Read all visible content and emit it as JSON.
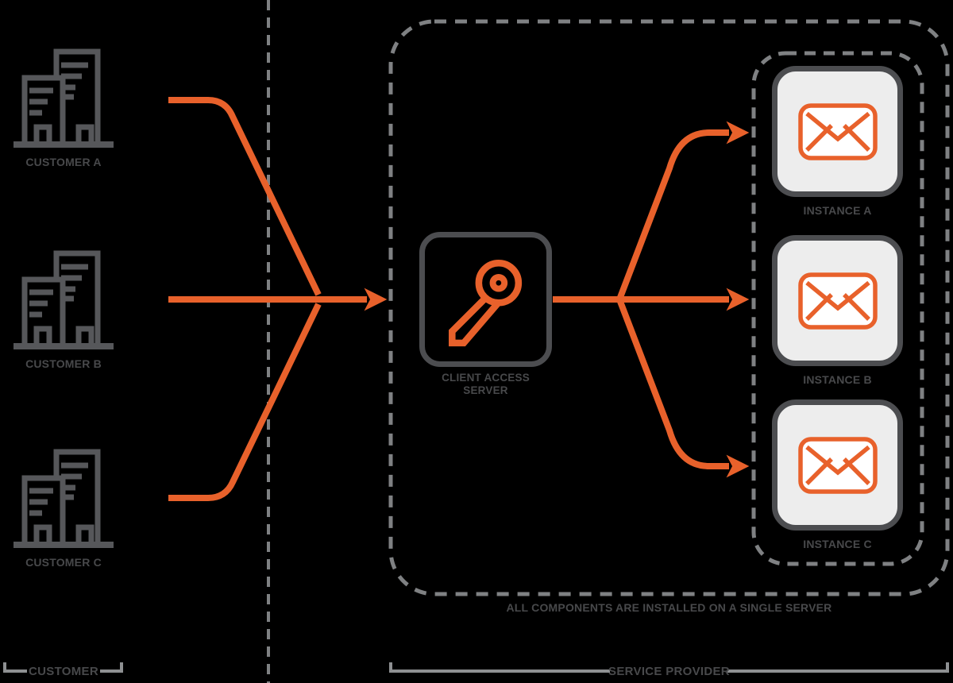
{
  "customers": [
    {
      "label": "CUSTOMER A"
    },
    {
      "label": "CUSTOMER B"
    },
    {
      "label": "CUSTOMER C"
    }
  ],
  "client_access_server": {
    "label_line1": "CLIENT ACCESS",
    "label_line2": "SERVER"
  },
  "instances": [
    {
      "label": "INSTANCE A"
    },
    {
      "label": "INSTANCE B"
    },
    {
      "label": "INSTANCE C"
    }
  ],
  "annotations": {
    "single_server_note": "ALL COMPONENTS ARE INSTALLED ON A SINGLE SERVER"
  },
  "zones": {
    "customer_label": "CUSTOMER",
    "service_provider_label": "SERVICE PROVIDER"
  },
  "colors": {
    "background": "#000000",
    "accent_orange": "#E8612B",
    "icon_gray": "#56575A",
    "border_gray": "#4C4D50",
    "label_gray": "#48494B",
    "bracket_gray": "#8E9092",
    "dash_gray": "#7F8183",
    "instance_fill": "#EDEDED",
    "envelope_fill": "#FFFFFF"
  }
}
